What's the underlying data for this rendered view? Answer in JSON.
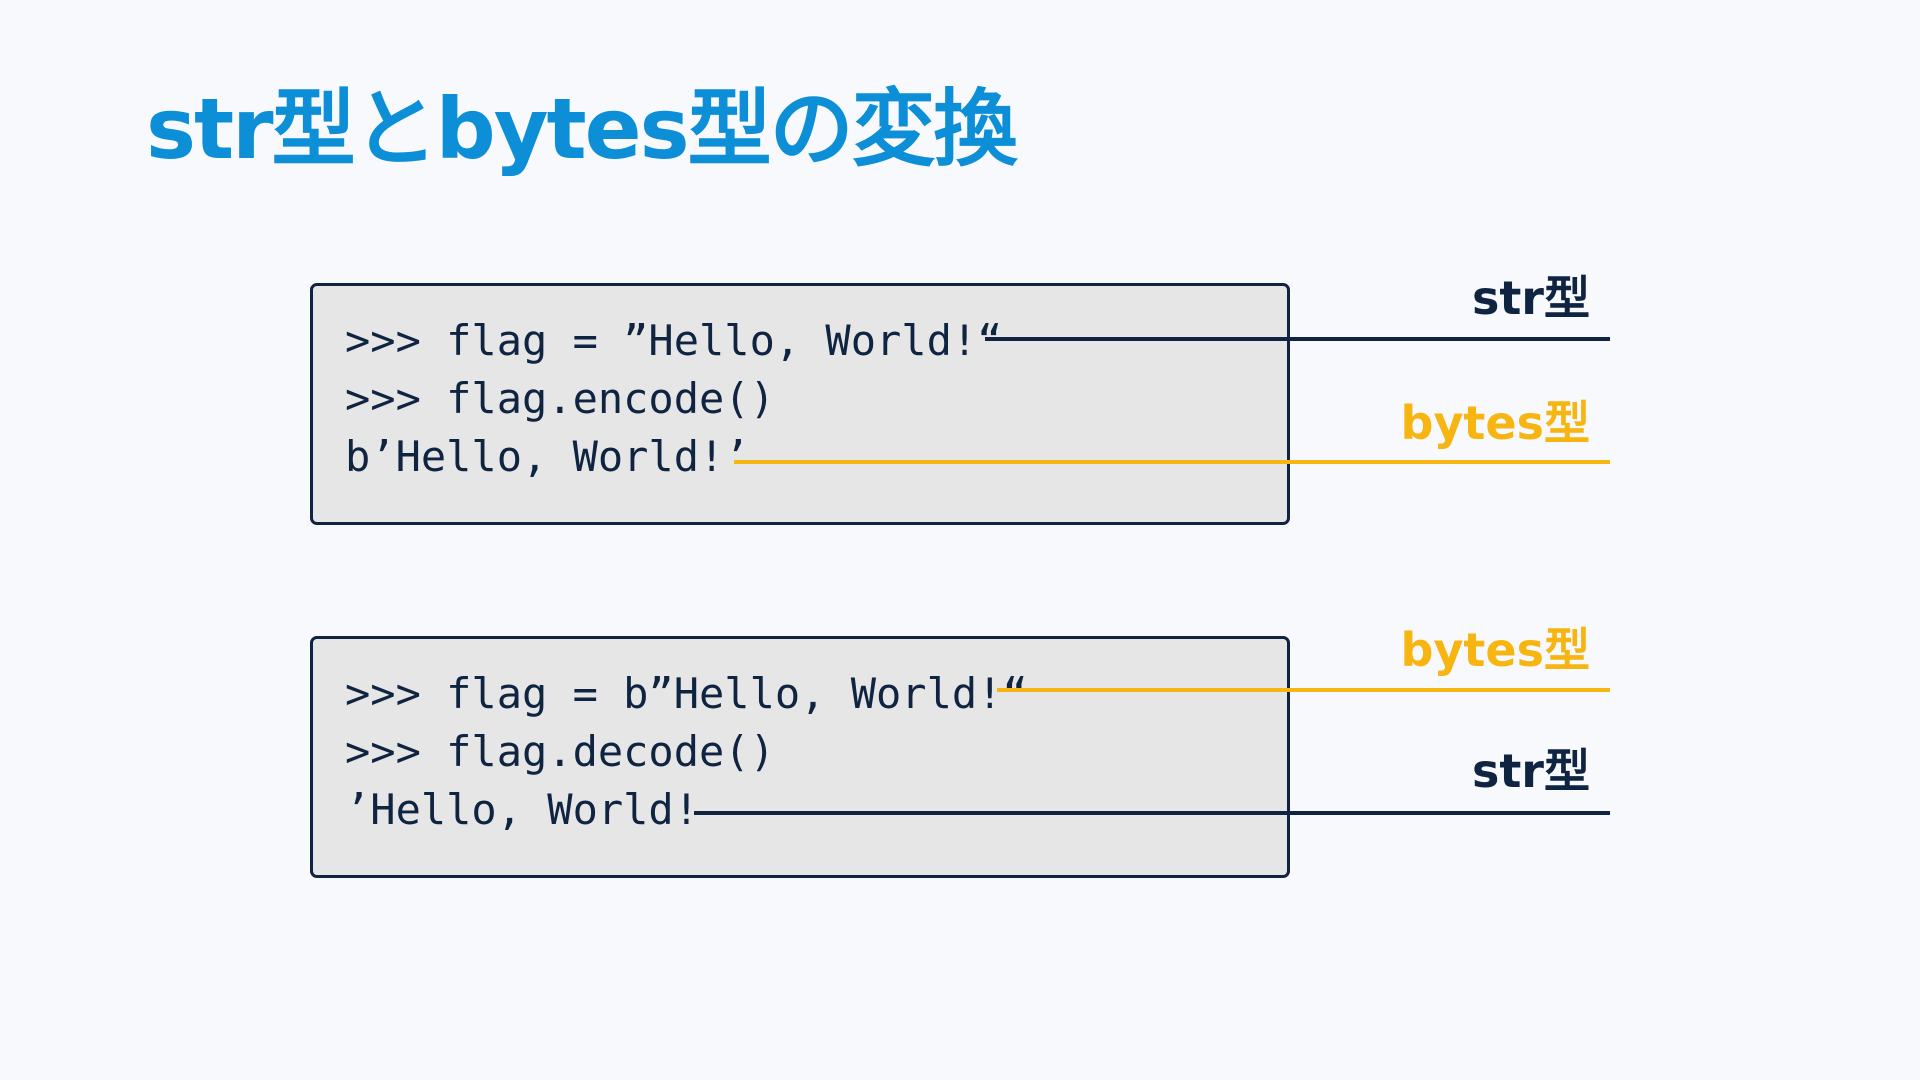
{
  "title": "str型とbytes型の変換",
  "colors": {
    "title": "#0d8fd8",
    "str": "#0e2441",
    "bytes": "#f7b512",
    "code_bg": "#e6e6e6",
    "background": "#f8f9fd"
  },
  "encode_example": {
    "lines": [
      ">>> flag = ”Hello, World!“",
      ">>> flag.encode()",
      "b’Hello, World!’"
    ],
    "input_type": "str型",
    "output_type": "bytes型"
  },
  "decode_example": {
    "lines": [
      ">>> flag = b”Hello, World!“",
      ">>> flag.decode()",
      "’Hello, World!"
    ],
    "input_type": "bytes型",
    "output_type": "str型"
  }
}
